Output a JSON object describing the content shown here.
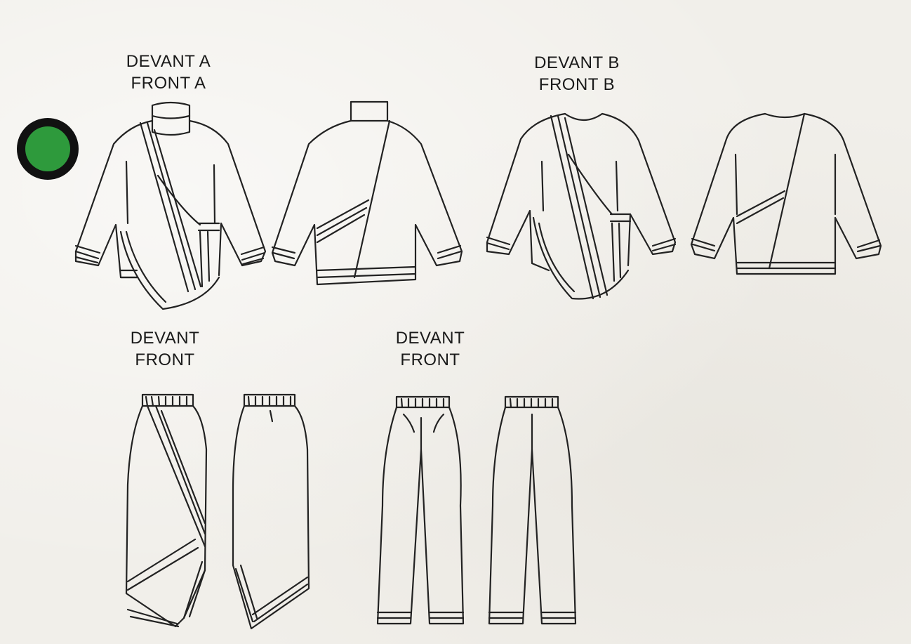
{
  "labels": {
    "front_a": {
      "line1": "DEVANT A",
      "line2": "FRONT A"
    },
    "front_b": {
      "line1": "DEVANT B",
      "line2": "FRONT B"
    },
    "skirt_front": {
      "line1": "DEVANT",
      "line2": "FRONT"
    },
    "pants_front": {
      "line1": "DEVANT",
      "line2": "FRONT"
    }
  },
  "colors": {
    "marker": "#2e9a3c",
    "paper": "#f1efea",
    "ink": "#222222"
  },
  "icons": {
    "marker": "green-dot-icon"
  }
}
